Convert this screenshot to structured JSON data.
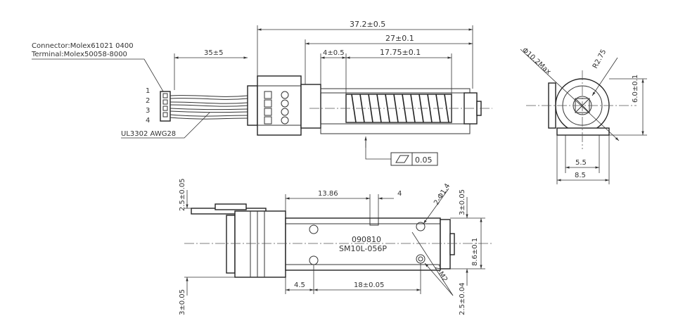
{
  "drawing": {
    "connector_note_1": "Connector:Molex61021 0400",
    "connector_note_2": "Terminal:Molex50058-8000",
    "wire_note": "UL3302 AWG28",
    "pin_numbers": [
      "1",
      "2",
      "3",
      "4"
    ],
    "dim_overall_length": "37.2±0.5",
    "dim_screw_span": "27±0.1",
    "dim_screw_offset": "4±0.5",
    "dim_thread_length": "17.75±0.1",
    "dim_wire_length": "35±5",
    "dim_outer_diameter": "Φ10.2Max",
    "dim_radius": "R2.75",
    "dim_height": "6.0±0.1",
    "dim_slot_width": "5.5",
    "dim_base_width": "8.5",
    "flatness_value": "0.05",
    "dim_top_offset": "2.5±0.05",
    "dim_mid_length": "13.86",
    "dim_small_width": "4",
    "dim_hole_dia": "2-Φ1.4",
    "dim_hole_top": "3±0.05",
    "dim_hole_pitch": "8.6±0.1",
    "dim_thread_holes": "2-M2",
    "dim_hole_bottom": "2.5±0.04",
    "dim_left_gap": "4.5",
    "dim_rail_length": "18±0.05",
    "dim_bottom_offset": "3±0.05",
    "part_code": "090810",
    "model_number": "SM10L-056P"
  }
}
